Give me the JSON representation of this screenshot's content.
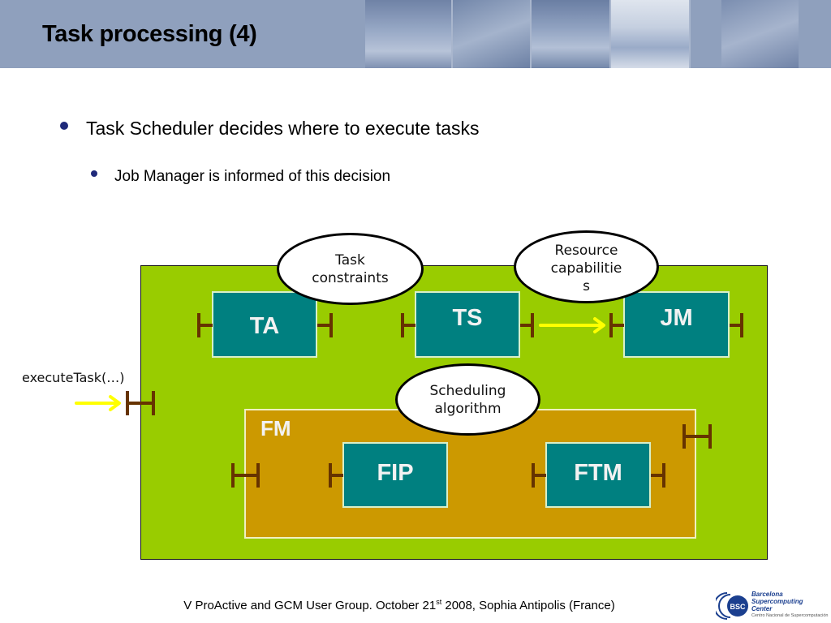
{
  "slide": {
    "title": "Task processing (4)",
    "bullets": [
      {
        "level": 1,
        "text": "Task Scheduler decides where to execute tasks"
      },
      {
        "level": 2,
        "text": "Job Manager is informed of this decision"
      }
    ]
  },
  "diagram": {
    "components": {
      "ta": "TA",
      "ts": "TS",
      "jm": "JM",
      "fm": "FM",
      "fip": "FIP",
      "ftm": "FTM"
    },
    "callouts": {
      "task_constraints": [
        "Task",
        "constraints"
      ],
      "resource_capabilities": [
        "Resource",
        "capabilitie",
        "s"
      ],
      "scheduling_algorithm": [
        "Scheduling",
        "algorithm"
      ]
    },
    "external_call": "executeTask(…)",
    "colors": {
      "outer_component": "#99cc00",
      "fm_component": "#cc9900",
      "primitive_component": "#008080",
      "interface": "#663300",
      "arrow": "#ffff00"
    }
  },
  "footer": {
    "text_before": "V ProActive and GCM User Group. October 21",
    "sup": "st",
    "text_after": " 2008, Sophia Antipolis (France)"
  },
  "logo": {
    "badge": "BSC",
    "line1": "Barcelona",
    "line2": "Supercomputing",
    "line3": "Center",
    "subtitle": "Centro Nacional de Supercomputación"
  }
}
